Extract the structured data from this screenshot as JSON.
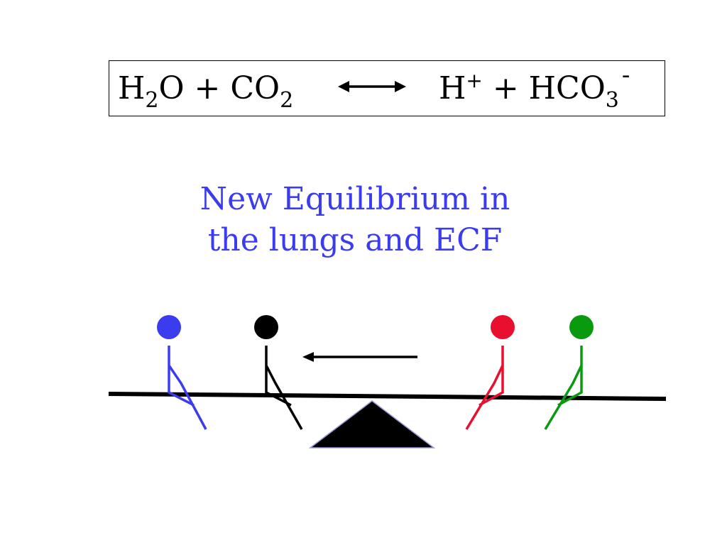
{
  "equation": {
    "left": {
      "h": "H",
      "h_sub": "2",
      "o_plus": "O + CO",
      "co2_sub": "2"
    },
    "arrow_icon": "double-headed-arrow",
    "right": {
      "h": "H",
      "h_sup": "+",
      "plus_hco": " + HCO",
      "hco3_sub": "3",
      "hco3_sup": "-"
    }
  },
  "caption": {
    "line1": "New Equilibrium in",
    "line2": "the lungs and ECF",
    "color": "#3b3bf0"
  },
  "seesaw": {
    "figures": [
      {
        "name": "blue-figure",
        "color": "#3b3bf0"
      },
      {
        "name": "black-figure",
        "color": "#000000"
      },
      {
        "name": "red-figure",
        "color": "#e8102e"
      },
      {
        "name": "green-figure",
        "color": "#0a9a10"
      }
    ],
    "arrow_icon": "left-arrow",
    "fulcrum_color": "#000000"
  }
}
